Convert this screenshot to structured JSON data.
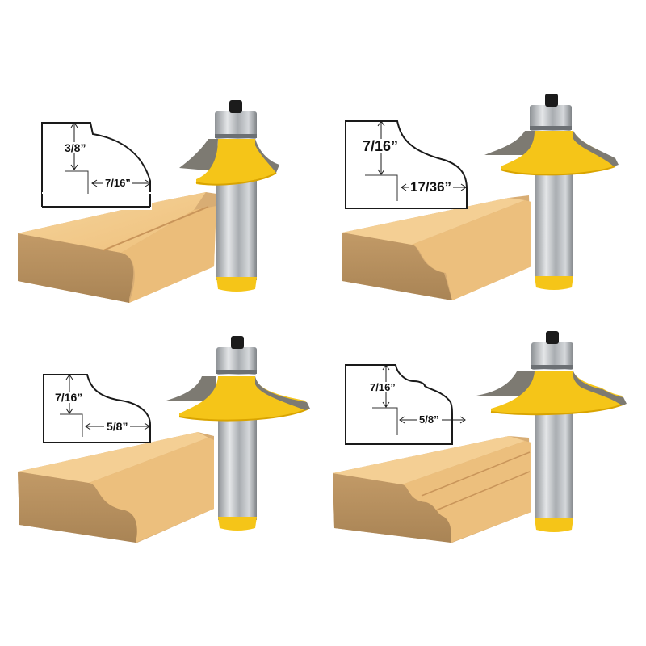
{
  "colors": {
    "background": "#ffffff",
    "cutter_yellow": "#f5c518",
    "cutter_yellow_dark": "#d9a400",
    "carbide_gray": "#7d7a72",
    "steel_shank": "#b9bcc0",
    "bearing": "#a6a9ad",
    "wood_top": "#f2c98a",
    "wood_front": "#b68f5e",
    "wood_edge": "#e8b96e",
    "diagram_line": "#1a1a1a"
  },
  "panels": [
    {
      "position": "top-left",
      "profile": "roundover-with-fillet",
      "height_label": "3/8”",
      "width_label": "7/16”"
    },
    {
      "position": "top-right",
      "profile": "ogee-cove",
      "height_label": "7/16”",
      "width_label": "17/36”"
    },
    {
      "position": "bottom-left",
      "profile": "cove-roundover",
      "height_label": "7/16”",
      "width_label": "5/8”"
    },
    {
      "position": "bottom-right",
      "profile": "bead-cove-roundover",
      "height_label": "7/16”",
      "width_label": "5/8”"
    }
  ]
}
